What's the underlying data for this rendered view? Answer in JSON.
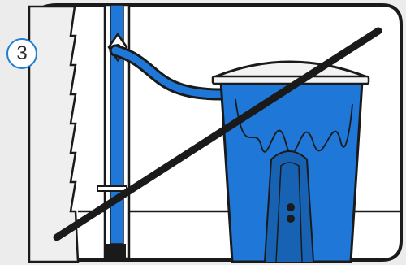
{
  "step": {
    "number": "3"
  },
  "colors": {
    "accent_blue": "#1e7fd1",
    "barrel_blue": "#1f78d8",
    "barrel_shadow": "#1762b3",
    "outline": "#1a1a1a",
    "lid": "#f3f3f3",
    "background": "#ececec",
    "panel": "#ffffff"
  },
  "icons": {
    "badge": "step-number-badge",
    "prohibition": "cross-out-line"
  }
}
